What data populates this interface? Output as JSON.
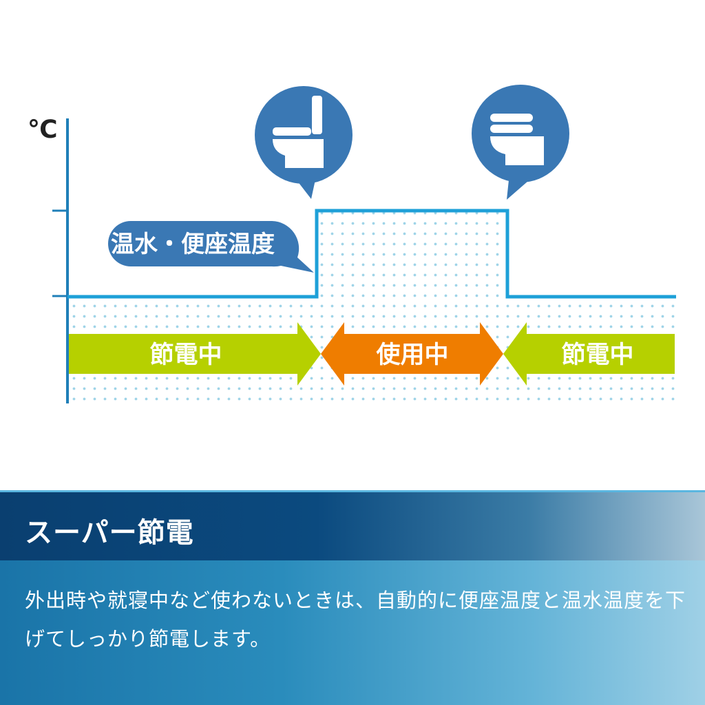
{
  "diagram": {
    "unit_label": "℃",
    "callout_label": "温水・便座温度",
    "phases": [
      {
        "label": "節電中",
        "state": "saving",
        "color": "#b6d000"
      },
      {
        "label": "使用中",
        "state": "in-use",
        "color": "#ef7d00"
      },
      {
        "label": "節電中",
        "state": "saving",
        "color": "#b6d000"
      }
    ],
    "icons": [
      {
        "name": "toilet-lid-open-icon"
      },
      {
        "name": "toilet-lid-closed-icon"
      }
    ],
    "colors": {
      "axis": "#1f7fb8",
      "temp_line": "#1ea0d8",
      "dots": "#9fd4e8",
      "bubble": "#3a78b4"
    }
  },
  "footer": {
    "title": "スーパー節電",
    "description": "外出時や就寝中など使わないときは、自動的に便座温度と温水温度を下げてしっかり節電します。"
  }
}
